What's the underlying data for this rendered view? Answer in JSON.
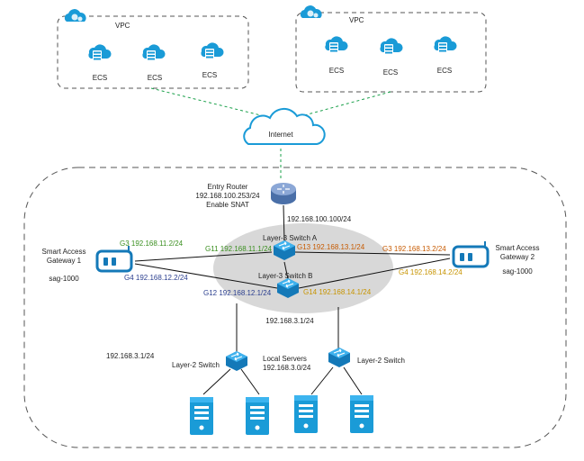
{
  "colors": {
    "cloud": "#1a9bd7",
    "server": "#1a9bd7",
    "dashed_link": "#1aa04a",
    "green_label": "#3a8f1f",
    "blue_label": "#2b3f8f",
    "orange_label": "#c75a00",
    "gold_label": "#c79400",
    "ellipse": "#d8d8d8"
  },
  "vpc_left": {
    "title": "VPC",
    "ecs": [
      "ECS",
      "ECS",
      "ECS"
    ]
  },
  "vpc_right": {
    "title": "VPC",
    "ecs": [
      "ECS",
      "ECS",
      "ECS"
    ]
  },
  "internet": {
    "label": "Internet"
  },
  "entry_router": {
    "name": "Entry Router",
    "ip": "192.168.100.253/24",
    "note": "Enable SNAT",
    "uplink_ip": "192.168.100.100/24"
  },
  "switch_a": {
    "label": "Layer-3 Switch A",
    "g11": "G11 192.168.11.1/24",
    "g13": "G13 192.168.13.1/24"
  },
  "switch_b": {
    "label": "Layer-3 Switch B",
    "g12": "G12 192.168.12.1/24",
    "g14": "G14 192.168.14.1/24"
  },
  "gateway_1": {
    "name_line1": "Smart Access",
    "name_line2": "Gateway 1",
    "id": "sag-1000",
    "g3": "G3 192.168.11.2/24",
    "g4": "G4 192.168.12.2/24"
  },
  "gateway_2": {
    "name_line1": "Smart Access",
    "name_line2": "Gateway 2",
    "id": "sag-1000",
    "g3": "G3 192.168.13.2/24",
    "g4": "G4 192.168.14.2/24"
  },
  "lan": {
    "center_ip": "192.168.3.1/24",
    "left_ip": "192.168.3.1/24",
    "switch_left_label": "Layer-2 Switch",
    "switch_right_label": "Layer-2 Switch",
    "local_servers": "Local Servers",
    "local_servers_net": "192.168.3.0/24"
  },
  "icons": {
    "cloud": "cloud-icon",
    "ecs": "ecs-server-icon",
    "router": "router-icon",
    "switch": "switch-icon",
    "gateway": "smart-access-gateway-icon",
    "server": "server-tower-icon"
  }
}
